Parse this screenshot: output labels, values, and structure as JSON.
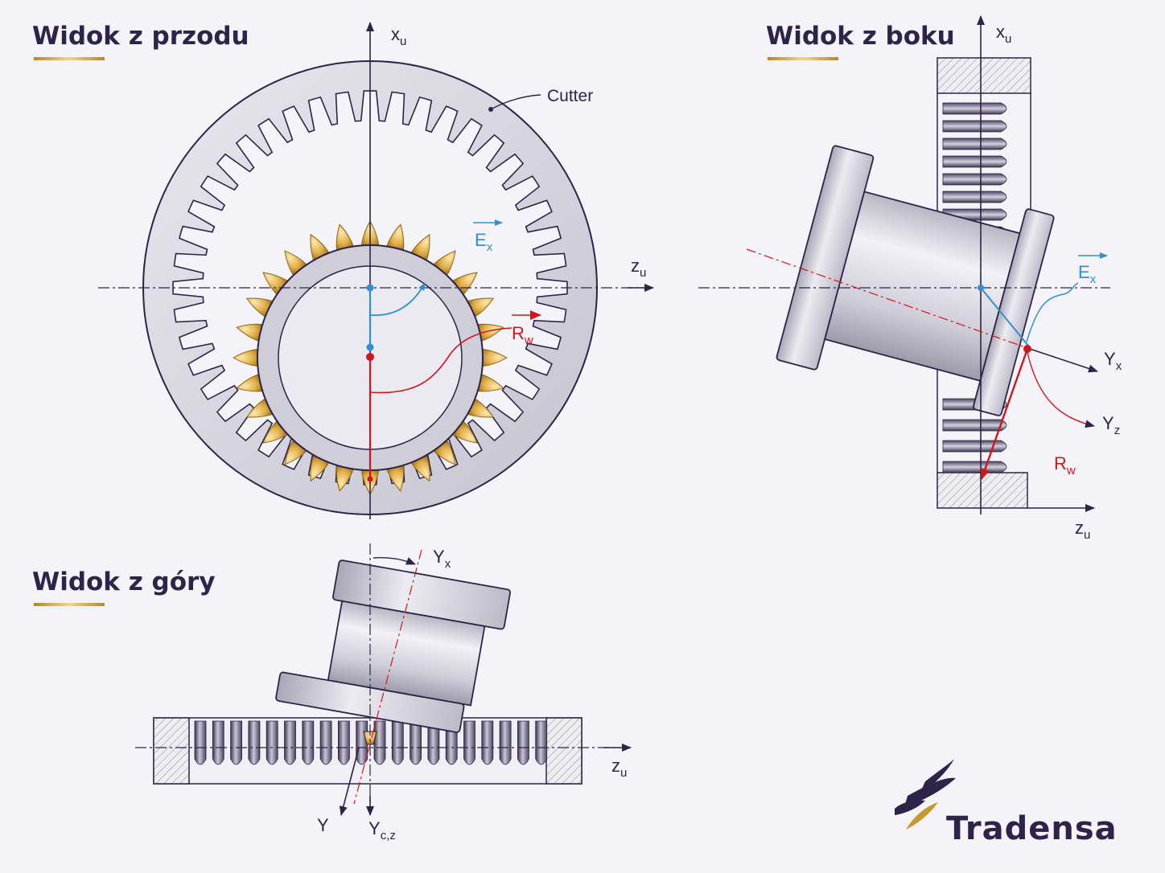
{
  "views": {
    "front": {
      "title": "Widok z przodu",
      "axis_vertical": "x",
      "axis_vertical_sub": "u",
      "axis_horizontal": "z",
      "axis_horizontal_sub": "u",
      "cutter_label": "Cutter",
      "vector_e": "E",
      "vector_e_sub": "x",
      "vector_r": "R",
      "vector_r_sub": "w"
    },
    "side": {
      "title": "Widok z boku",
      "axis_vertical": "x",
      "axis_vertical_sub": "u",
      "axis_horizontal": "z",
      "axis_horizontal_sub": "u",
      "vector_e": "E",
      "vector_e_sub": "x",
      "axis_yx": "Y",
      "axis_yx_sub": "x",
      "axis_yz": "Y",
      "axis_yz_sub": "z",
      "vector_r": "R",
      "vector_r_sub": "w"
    },
    "top": {
      "title": "Widok z góry",
      "axis_yx": "Y",
      "axis_yx_sub": "x",
      "axis_horizontal": "z",
      "axis_horizontal_sub": "u",
      "axis_y": "Y",
      "axis_ycz": "Y",
      "axis_ycz_sub": "c,z"
    }
  },
  "brand": {
    "name": "Tradensa"
  },
  "colors": {
    "ink": "#2e2348",
    "gold": "#c89a2e",
    "blue": "#2f8fd0",
    "red": "#d1161b",
    "steel": "#d9d7e0",
    "background": "#f4f4f8"
  },
  "icons": [
    "tradensa-logo-icon"
  ]
}
